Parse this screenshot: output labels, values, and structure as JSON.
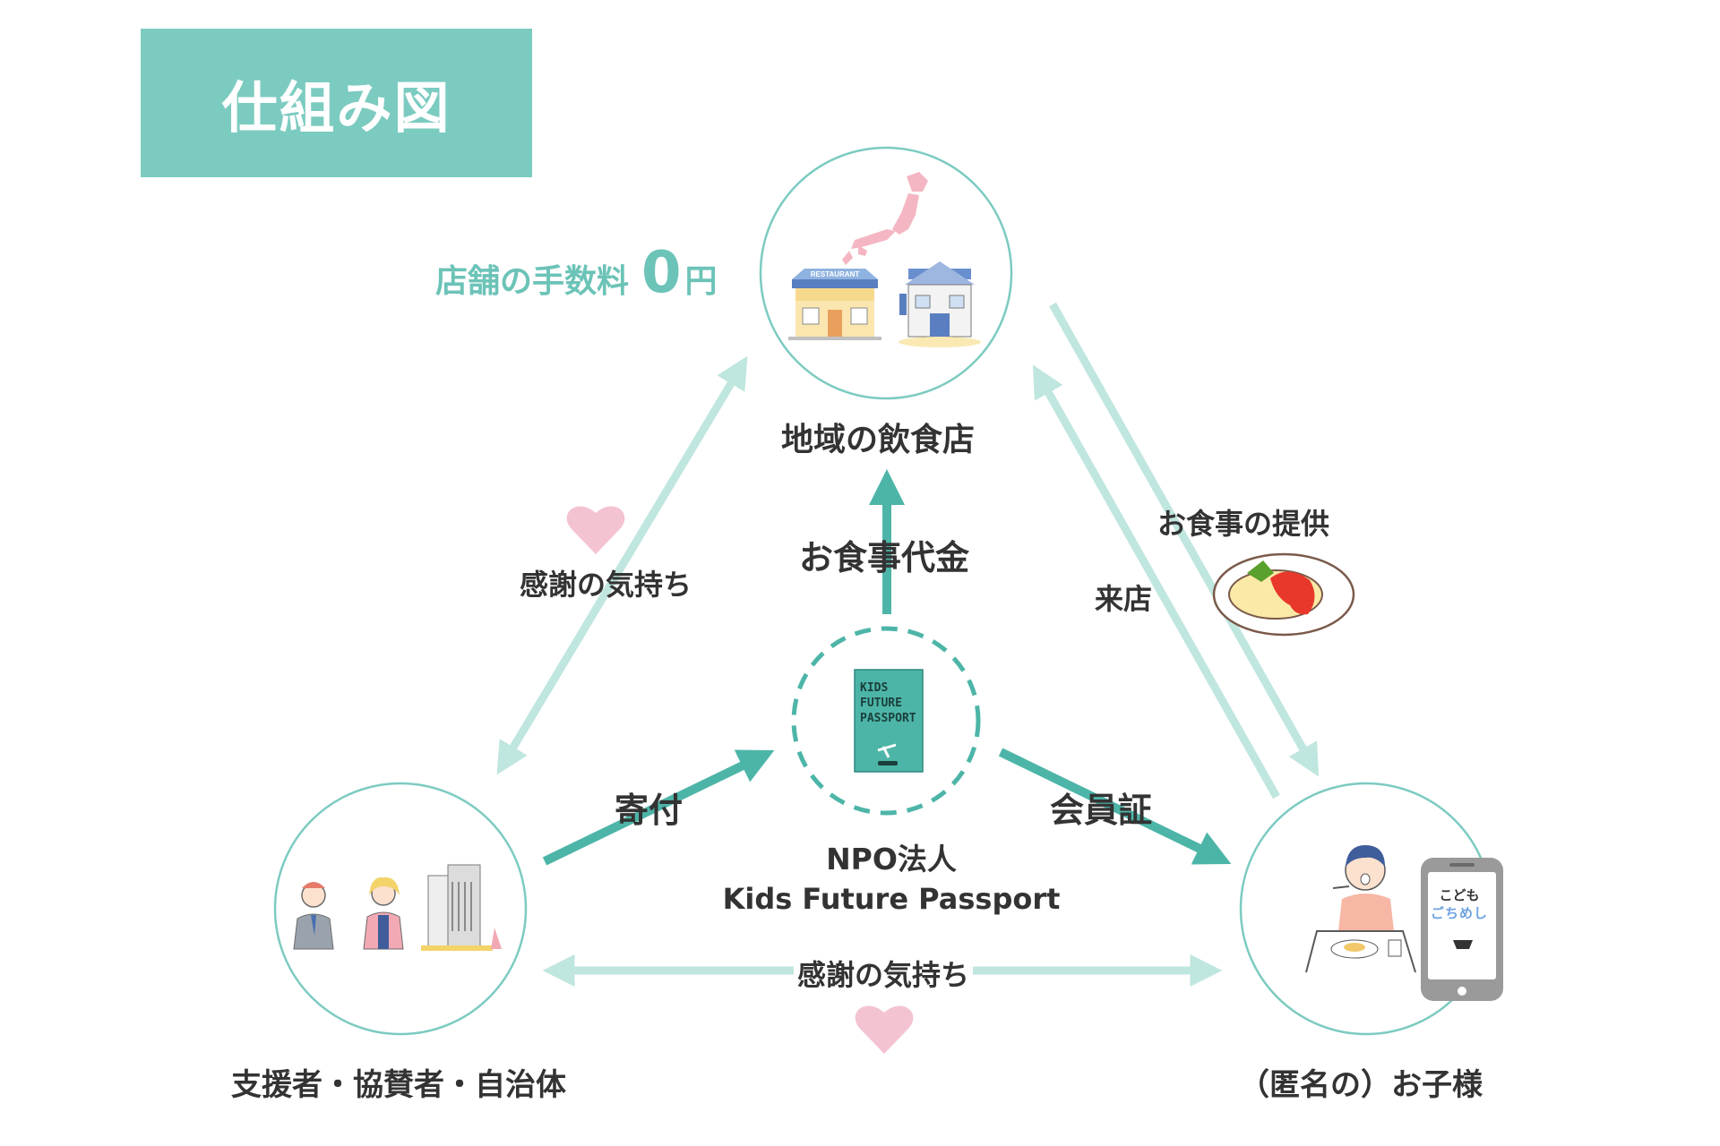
{
  "title": "仕組み図",
  "fee": {
    "text": "店舗の手数料",
    "amount": "0",
    "unit": "円"
  },
  "nodes": {
    "restaurant": {
      "label": "地域の飲食店",
      "sign": "RESTAURANT"
    },
    "supporters": {
      "label": "支援者・協賛者・自治体"
    },
    "children": {
      "label": "（匿名の）お子様"
    },
    "center": {
      "line1": "NPO法人",
      "line2": "Kids Future Passport",
      "passport_text": "KIDS\nFUTURE\nPASSPORT"
    }
  },
  "app": {
    "line1": "こども",
    "line2": "ごちめし"
  },
  "flows": {
    "meal_payment": "お食事代金",
    "donation": "寄付",
    "membership": "会員証",
    "thanks_left": "感謝の気持ち",
    "thanks_bottom": "感謝の気持ち",
    "meal_service": "お食事の提供",
    "visit": "来店"
  },
  "colors": {
    "teal": "#7ccbc0",
    "teal_dark": "#4db5a8",
    "teal_light": "#bfe6df",
    "pink": "#f4c3d1",
    "text": "#333333"
  }
}
